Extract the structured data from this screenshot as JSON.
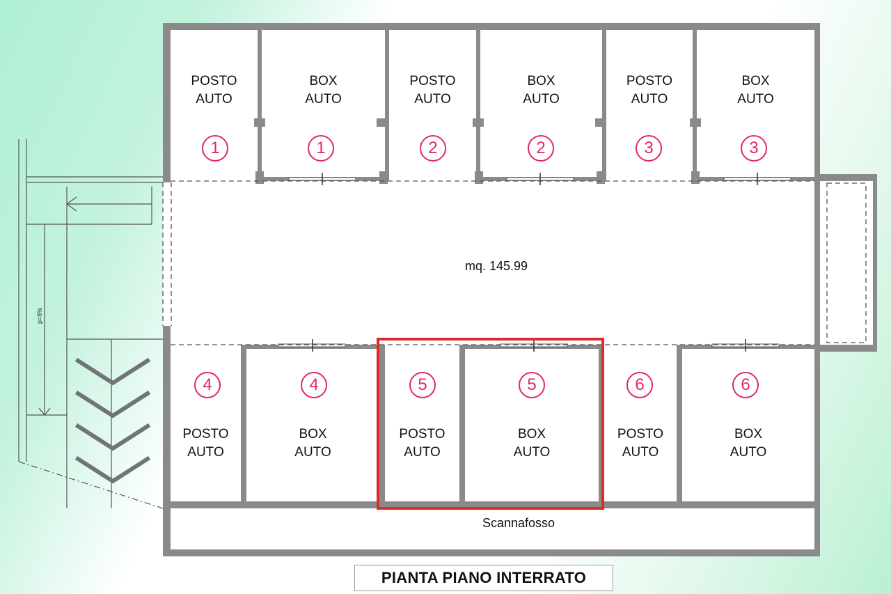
{
  "units": {
    "posto_label_line1": "POSTO",
    "posto_label_line2": "AUTO",
    "box_label_line1": "BOX",
    "box_label_line2": "AUTO",
    "top": [
      {
        "type": "posto",
        "num": "1"
      },
      {
        "type": "box",
        "num": "1"
      },
      {
        "type": "posto",
        "num": "2"
      },
      {
        "type": "box",
        "num": "2"
      },
      {
        "type": "posto",
        "num": "3"
      },
      {
        "type": "box",
        "num": "3"
      }
    ],
    "bottom": [
      {
        "type": "posto",
        "num": "4"
      },
      {
        "type": "box",
        "num": "4"
      },
      {
        "type": "posto",
        "num": "5"
      },
      {
        "type": "box",
        "num": "5"
      },
      {
        "type": "posto",
        "num": "6"
      },
      {
        "type": "box",
        "num": "6"
      }
    ]
  },
  "corridor_area": "mq. 145.99",
  "scannafosso_label": "Scannafosso",
  "ramp_slope_label": "p=8%",
  "plan_title": "PIANTA PIANO INTERRATO",
  "colors": {
    "wall": "#8a8a8a",
    "number": "#e1266a",
    "highlight": "#e02a2a"
  }
}
